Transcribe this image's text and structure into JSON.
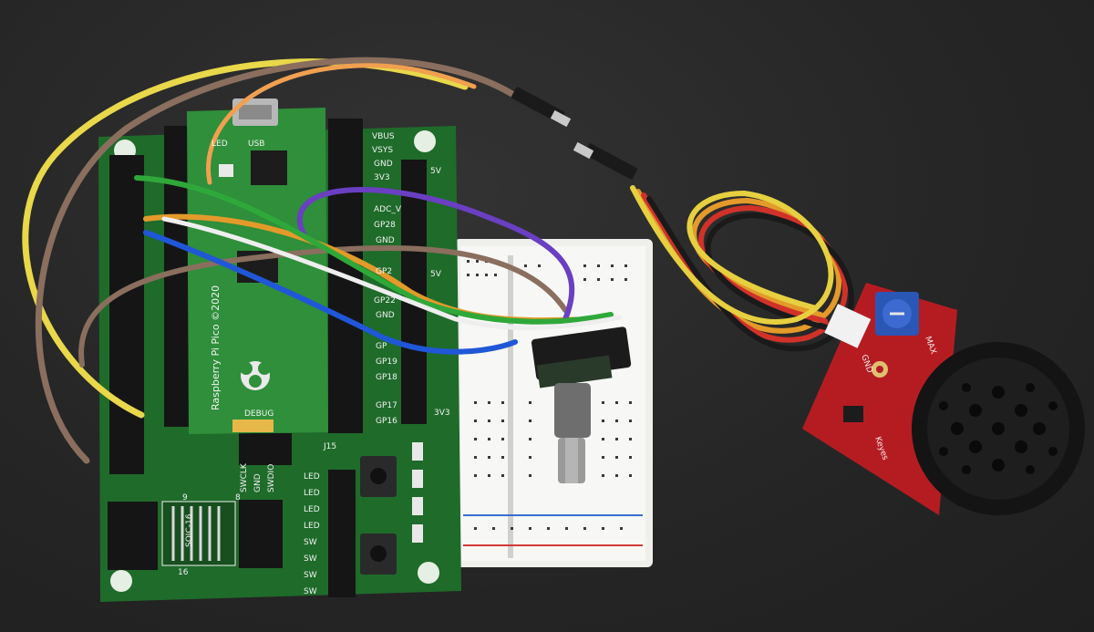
{
  "image": {
    "kind": "photograph",
    "width": 1200,
    "height": 693
  },
  "carrier_board": {
    "color": "#1f6b2a",
    "power_labels": [
      "VBUS",
      "VSYS",
      "GND",
      "3V3"
    ],
    "rail_labels": [
      "5V",
      "5V",
      "3V3"
    ],
    "gpio_labels": [
      "ADC_V",
      "GP28",
      "GND",
      "GP2",
      "GP22",
      "GND",
      "GP",
      "GP19",
      "GP18",
      "GP17",
      "GP16"
    ],
    "debug_labels": [
      "SWCLK",
      "GND",
      "SWDIO"
    ],
    "connector_label": "J15",
    "ic_label": "SOIC-16",
    "ic_pins": [
      "9",
      "8",
      "16"
    ],
    "led_labels": [
      "LED",
      "LED",
      "LED",
      "LED"
    ],
    "switch_labels": [
      "SW",
      "SW",
      "SW",
      "SW"
    ]
  },
  "pico": {
    "color": "#2f8f3a",
    "silkscreen": "Raspberry Pi Pico ©2020",
    "led_label": "LED",
    "usb_label": "USB",
    "debug_label": "DEBUG"
  },
  "speaker_module": {
    "color": "#b51c22",
    "labels": [
      "GND",
      "MAX",
      "Keyes"
    ]
  },
  "wire_colors": {
    "yellow": "#e8d84a",
    "brown": "#8a6e5e",
    "orange": "#e39a2a",
    "purple": "#6a3fc2",
    "green": "#2fa83a",
    "blue": "#2057d8",
    "white": "#eeeeee",
    "red": "#d0322a",
    "black": "#1a1a1a"
  }
}
